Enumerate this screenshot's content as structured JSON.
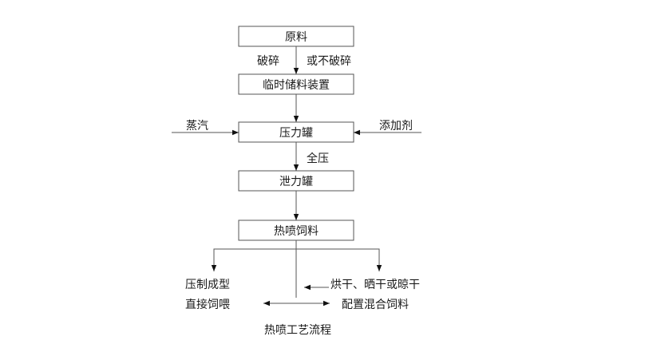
{
  "nodes": {
    "raw": "原料",
    "storage": "临时储料装置",
    "pressure_tank": "压力罐",
    "release_tank": "泄力罐",
    "hot_spray_feed": "热喷饲料"
  },
  "edge_labels": {
    "crush": "破碎",
    "no_crush": "或不破碎",
    "full_pressure": "全压"
  },
  "inputs": {
    "steam": "蒸汽",
    "additive": "添加剂"
  },
  "outputs": {
    "left_line1": "压制成型",
    "left_line2": "直接饲喂",
    "right_line1": "烘干、晒干或晾干",
    "right_line2": "配置混合饲料"
  },
  "caption": "热喷工艺流程"
}
